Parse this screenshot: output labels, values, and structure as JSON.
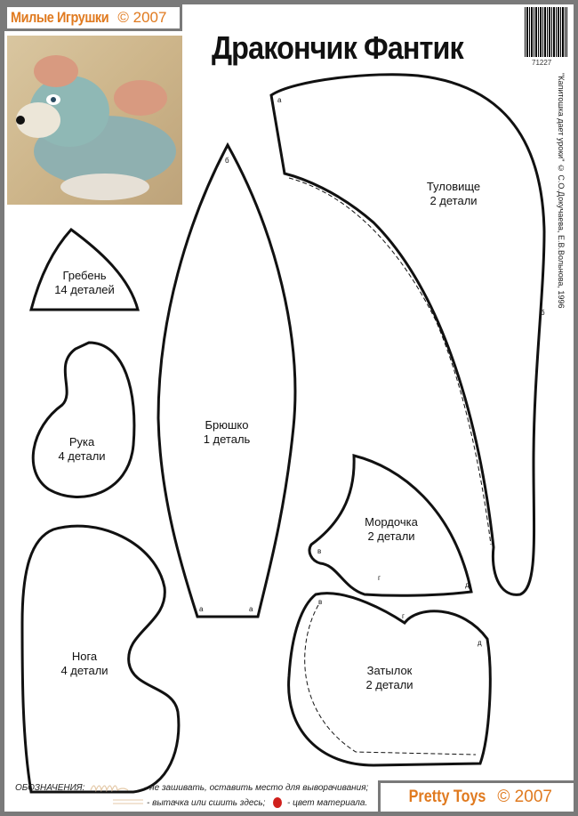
{
  "header": {
    "brand": "Милые Игрушки",
    "brand_copy": "© 2007",
    "title": "Дракончик Фантик",
    "barcode_number": "71227"
  },
  "credit": "\"Капитошка дает уроки\" © С.О.Докучаева, Е.В.Вольнова, 1996",
  "pieces": {
    "body": {
      "name": "Туловище",
      "count": "2 детали",
      "points": [
        "а",
        "б"
      ]
    },
    "belly": {
      "name": "Брюшко",
      "count": "1 деталь",
      "points": [
        "б",
        "а",
        "а"
      ]
    },
    "crest": {
      "name": "Гребень",
      "count": "14 деталей"
    },
    "arm": {
      "name": "Рука",
      "count": "4 детали"
    },
    "leg": {
      "name": "Нога",
      "count": "4 детали"
    },
    "muzzle": {
      "name": "Мордочка",
      "count": "2 детали",
      "points": [
        "в",
        "г",
        "д"
      ]
    },
    "nape": {
      "name": "Затылок",
      "count": "2 детали",
      "points": [
        "в",
        "г",
        "д"
      ]
    }
  },
  "legend": {
    "title": "ОБОЗНАЧЕНИЯ:",
    "item1": "- не зашивать, оставить место  для выворачивания;",
    "item2": "- вытачка или сшить здесь;",
    "item3": "- цвет материала."
  },
  "footer": {
    "brand": "Pretty Toys",
    "copy": "© 2007"
  },
  "colors": {
    "brand": "#e07a1f",
    "frame": "#7a7a7a",
    "material": "#d0201c"
  }
}
